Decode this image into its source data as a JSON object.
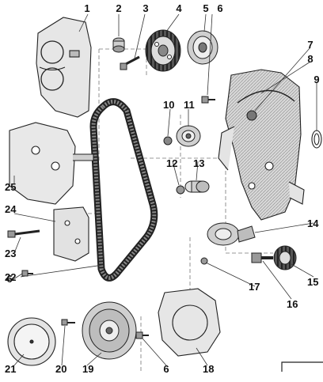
{
  "diagram": {
    "callouts": [
      "1",
      "2",
      "3",
      "4",
      "5",
      "6",
      "7",
      "8",
      "9",
      "10",
      "11",
      "12",
      "13",
      "14",
      "15",
      "16",
      "17",
      "18",
      "19",
      "20",
      "21",
      "22",
      "23",
      "24",
      "25",
      "6",
      "6"
    ]
  }
}
